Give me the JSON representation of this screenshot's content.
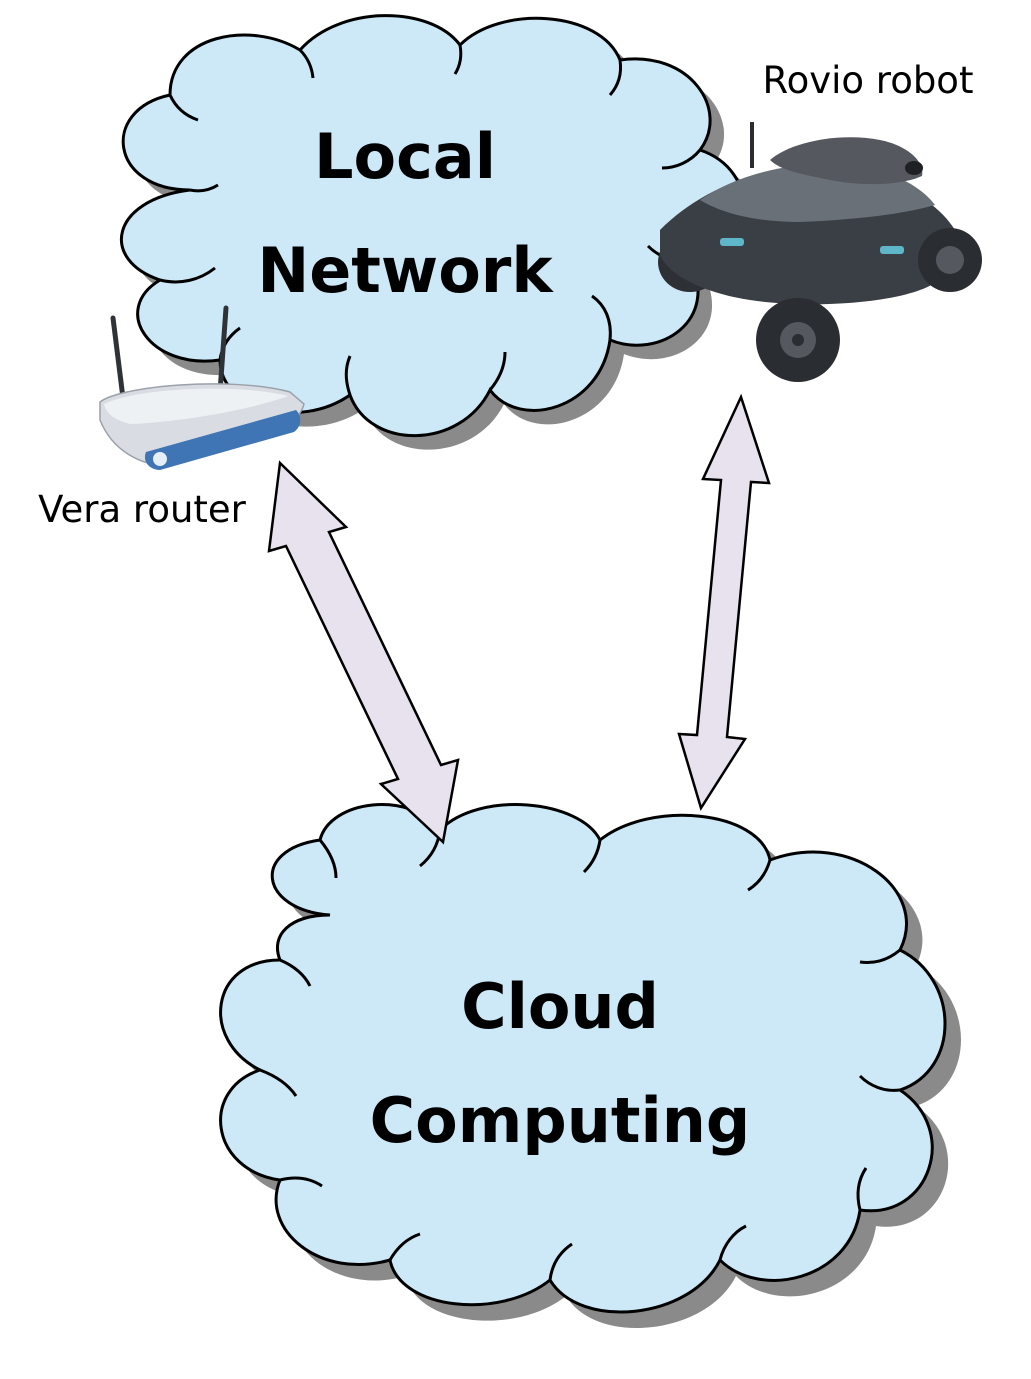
{
  "colors": {
    "cloud_fill": "#cde9f8",
    "cloud_stroke": "#000000",
    "cloud_shadow": "#8a8a8a",
    "arrow_fill": "#e8e1ee",
    "arrow_stroke": "#000000",
    "router_body": "#d9dde3",
    "router_stripe": "#3f74b5",
    "robot_body": "#3a3f45"
  },
  "local_cloud": {
    "line1": "Local",
    "line2": "Network"
  },
  "cloud_computing": {
    "line1": "Cloud",
    "line2": "Computing"
  },
  "devices": {
    "robot_label": "Rovio robot",
    "router_label": "Vera router"
  },
  "icons": {
    "robot": "robot-icon",
    "router": "router-icon"
  },
  "connections": [
    {
      "from": "Vera router",
      "to": "Cloud Computing",
      "direction": "bidirectional"
    },
    {
      "from": "Rovio robot",
      "to": "Cloud Computing",
      "direction": "bidirectional"
    }
  ]
}
